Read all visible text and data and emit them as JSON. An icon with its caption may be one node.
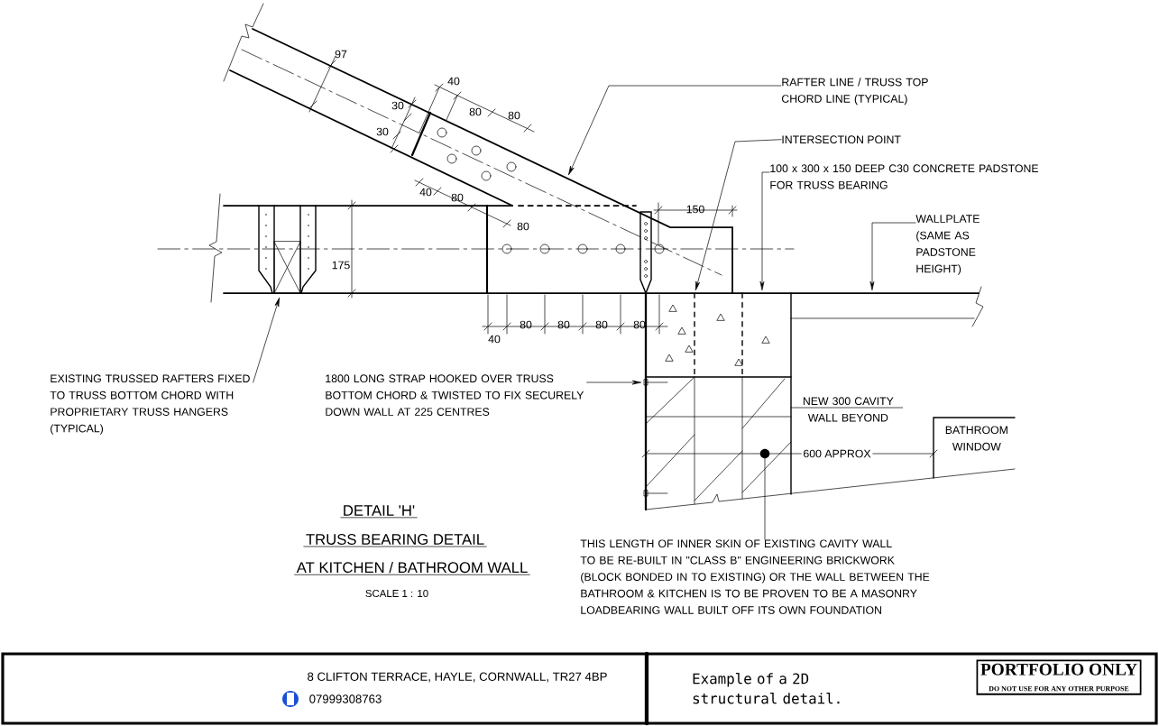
{
  "diagram": {
    "nodes": [
      {
        "text": [
          "RAFTER LINE / TRUSS TOP CHORD LINE (TYPICAL)"
        ]
      },
      {
        "text": [
          "INTERSECTION POINT"
        ]
      },
      {
        "text": [
          "100 x 300 x 150 DEEP C30 CONCRETE PADSTONE FOR TRUSS BEARING"
        ]
      },
      {
        "text": [
          "WALLPLATE (SAME AS PADSTONE HEIGHT)"
        ]
      },
      {
        "text": [
          "EXISTING TRUSSED RAFTERS FIXED TO TRUSS BOTTOM CHORD WITH PROPRIETARY TRUSS HANGERS (TYPICAL)"
        ]
      },
      {
        "text": [
          "1800 LONG STRAP HOOKED OVER TRUSS BOTTOM CHORD & TWISTED TO FIX SECURELY DOWN WALL AT 225 CENTRES"
        ]
      },
      {
        "text": [
          "NEW 300 CAVITY WALL BEYOND"
        ]
      },
      {
        "text": [
          "THIS LENGTH OF INNER SKIN OF EXISTING CAVITY WALL TO BE RE-BUILT IN \"CLASS B\" ENGINEERING BRICKWORK (BLOCK BONDED IN TO EXISTING) OR THE WALL BETWEEN THE BATHROOM & KITCHEN IS TO BE PROVEN TO BE A MASONRY LOADBEARING WALL BUILT OFF ITS OWN FOUNDATION"
        ]
      },
      {
        "text": [
          "BATHROOM WINDOW"
        ]
      },
      {
        "text": [],
        "shape": "circle"
      }
    ],
    "edges": [
      {
        "from": 0,
        "to": null,
        "arrow": "to"
      },
      {
        "from": 1,
        "to": null,
        "arrow": "to"
      },
      {
        "from": 2,
        "to": null,
        "arrow": "to"
      },
      {
        "from": 3,
        "to": null,
        "arrow": "to"
      },
      {
        "from": 4,
        "to": null,
        "arrow": "to"
      },
      {
        "from": 5,
        "to": null,
        "arrow": "to"
      },
      {
        "from": 6,
        "to": null,
        "arrow": "none"
      },
      {
        "from": 7,
        "to": 9,
        "arrow": "none"
      }
    ],
    "labels": [
      "97",
      "40",
      "80",
      "80",
      "30",
      "30",
      "40",
      "80",
      "80",
      "150",
      "175",
      "40",
      "80",
      "80",
      "80",
      "80",
      "600 APPROX",
      "DETAIL 'H'",
      "TRUSS BEARING DETAIL",
      "AT KITCHEN / BATHROOM WALL",
      "SCALE 1 : 10",
      "8 CLIFTON TERRACE, HAYLE, CORNWALL, TR27 4BP",
      "07999308763",
      "Example of a 2D structural detail.",
      "PORTFOLIO ONLY",
      "DO NOT USE FOR ANY OTHER PURPOSE"
    ]
  }
}
